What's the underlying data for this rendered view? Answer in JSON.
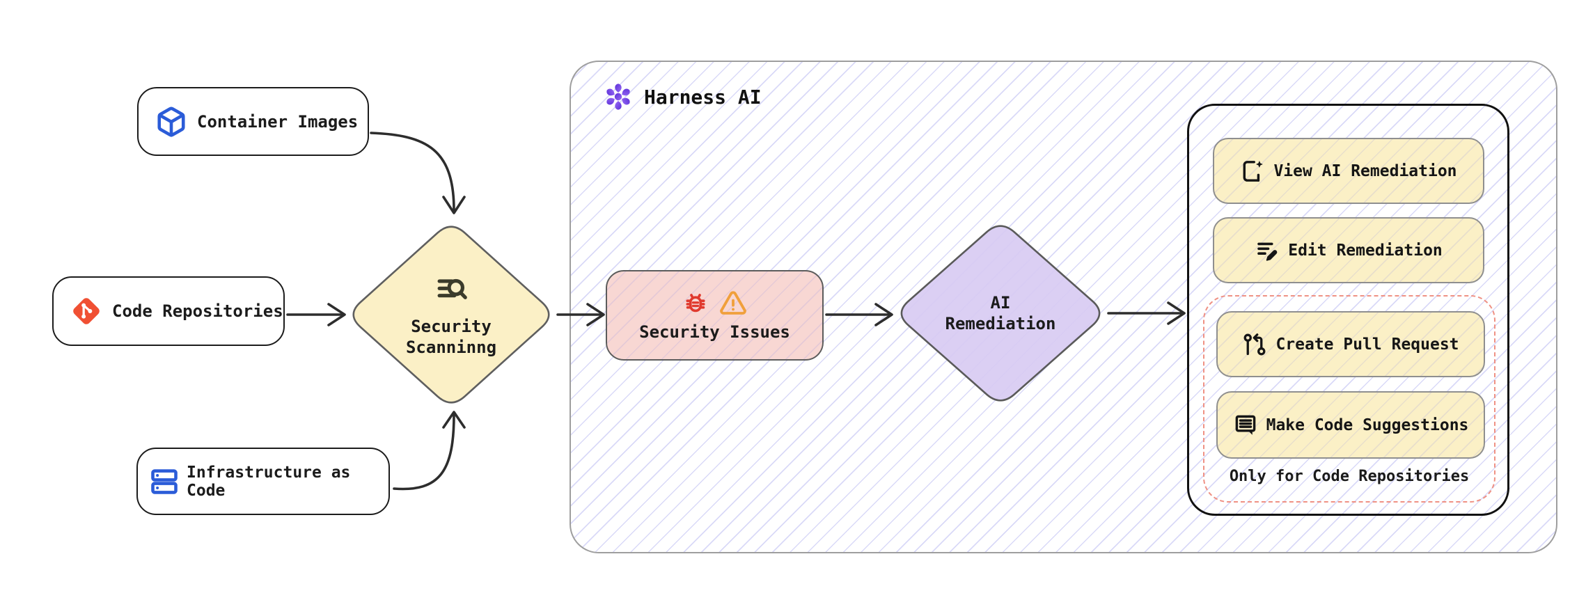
{
  "sources": {
    "container_images": {
      "label": "Container Images",
      "icon": "cube-icon"
    },
    "code_repositories": {
      "label": "Code Repositories",
      "icon": "git-icon"
    },
    "infrastructure_as_code": {
      "label": "Infrastructure as Code",
      "icon": "server-stack-icon"
    }
  },
  "scanning_diamond": {
    "line1": "Security",
    "line2": "Scanninng",
    "icon": "scan-search-icon"
  },
  "harness_group": {
    "title": "Harness AI",
    "icon": "harness-ai-icon"
  },
  "security_issues": {
    "label": "Security Issues",
    "icons": [
      "bug-icon",
      "warning-icon"
    ]
  },
  "remediation_diamond": {
    "line1": "AI",
    "line2": "Remediation"
  },
  "remediation_actions": {
    "view_label": "View AI Remediation",
    "edit_label": "Edit Remediation",
    "create_pr_label": "Create Pull Request",
    "suggestions_label": "Make Code Suggestions",
    "restriction_note": "Only for Code Repositories"
  },
  "colors": {
    "yellow_fill": "#fbf0c6",
    "pink_fill": "#f8d7d3",
    "purple_fill": "#d8cbf2",
    "dashed_border": "#ef9184",
    "hatch_line": "#8282e6",
    "arrow": "#2d2d2d",
    "git_red": "#f05033",
    "icon_blue": "#2b5cd8",
    "bug_red": "#e03a2e",
    "warning_orange": "#f0a03c",
    "harness_purple_dark": "#5b2fd8",
    "harness_purple_light": "#9a6cf5"
  }
}
